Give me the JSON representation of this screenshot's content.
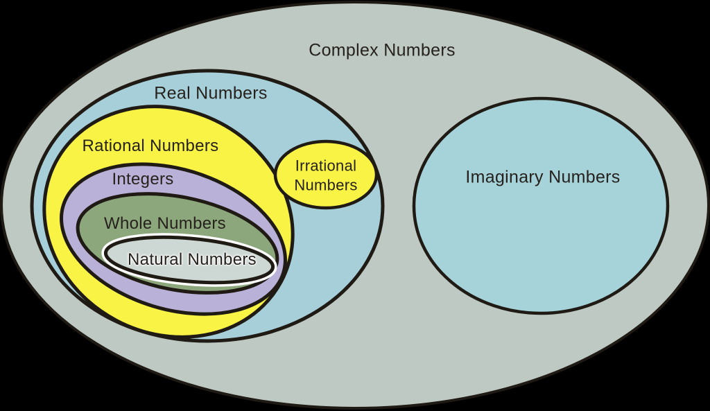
{
  "colors": {
    "background": "#000000",
    "ink": "#1f1a14",
    "text": "#26211c",
    "halo": "#ffffff"
  },
  "sets": {
    "complex": {
      "label": "Complex Numbers",
      "fill": "#bec9c4",
      "contains": [
        "real",
        "imaginary"
      ]
    },
    "real": {
      "label": "Real Numbers",
      "fill": "#a6cfd9",
      "contains": [
        "rational",
        "irrational"
      ]
    },
    "rational": {
      "label": "Rational Numbers",
      "fill": "#f8f344",
      "contains": [
        "integers"
      ]
    },
    "integers": {
      "label": "Integers",
      "fill": "#b9b1d7",
      "contains": [
        "whole"
      ]
    },
    "whole": {
      "label": "Whole Numbers",
      "fill": "#8da77d",
      "contains": [
        "natural"
      ]
    },
    "natural": {
      "label": "Natural Numbers",
      "fill": "#cdd7d3",
      "contains": []
    },
    "irrational": {
      "label": "Irrational Numbers",
      "fill": "#f8f344",
      "contains": []
    },
    "imaginary": {
      "label": "Imaginary Numbers",
      "fill": "#a6d3da",
      "contains": []
    }
  }
}
